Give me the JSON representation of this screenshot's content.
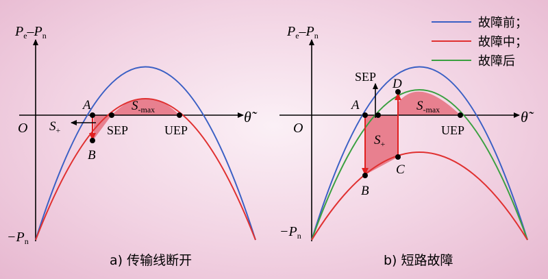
{
  "legend": {
    "before": {
      "label": "故障前；",
      "color": "#3a5fc4"
    },
    "during": {
      "label": "故障中；",
      "color": "#e03030"
    },
    "after": {
      "label": "故障后",
      "color": "#3aa040"
    }
  },
  "left_panel": {
    "caption": "a) 传输线断开",
    "ylabel_main": "P",
    "ylabel_sub1": "e",
    "ylabel_dash": "–",
    "ylabel_main2": "P",
    "ylabel_sub2": "n",
    "neg_label": "−P",
    "neg_sub": "n",
    "origin": "O",
    "xlabel": "θ̃",
    "point_a": "A",
    "point_b": "B",
    "sep": "SEP",
    "uep": "UEP",
    "s_plus": "S",
    "s_plus_sub": "+",
    "s_max": "S",
    "s_max_sub": "-max"
  },
  "right_panel": {
    "caption": "b) 短路故障",
    "ylabel_main": "P",
    "ylabel_sub1": "e",
    "ylabel_dash": "–",
    "ylabel_main2": "P",
    "ylabel_sub2": "n",
    "neg_label": "−P",
    "neg_sub": "n",
    "origin": "O",
    "xlabel": "θ̃",
    "point_a": "A",
    "point_b": "B",
    "point_c": "C",
    "point_d": "D",
    "sep": "SEP",
    "uep": "UEP",
    "s_plus": "S",
    "s_plus_sub": "+",
    "s_max": "S",
    "s_max_sub": "-max"
  },
  "colors": {
    "fill": "#e8808f",
    "axis": "#000000"
  }
}
